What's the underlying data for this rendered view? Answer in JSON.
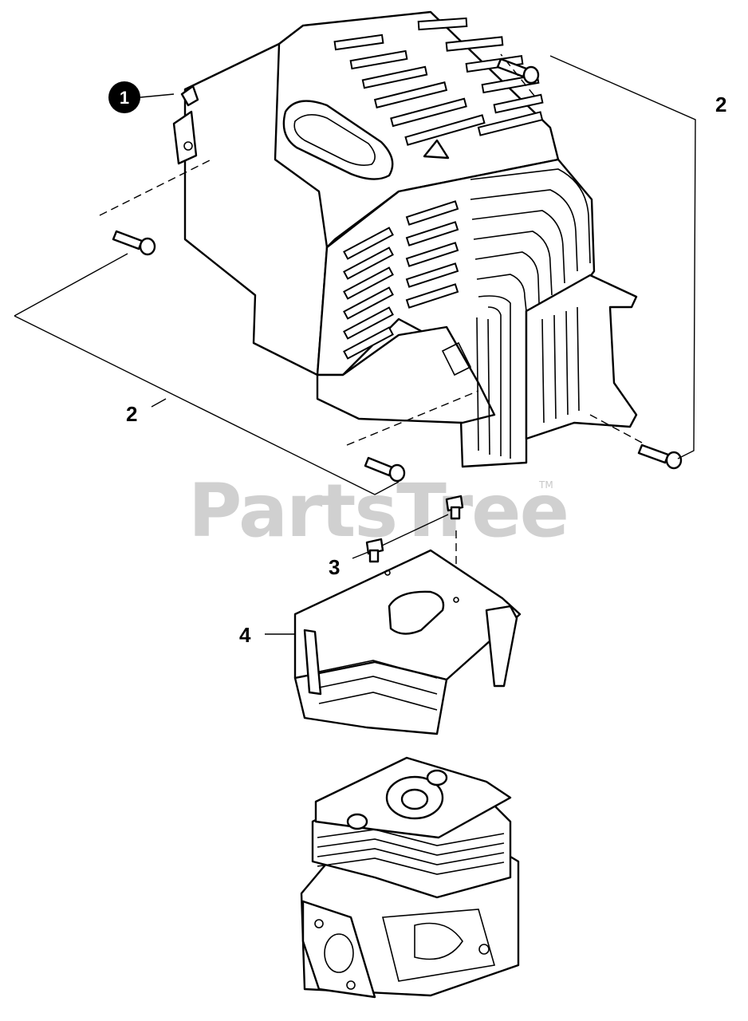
{
  "watermark": {
    "text": "PartsTree",
    "trademark": "TM"
  },
  "callouts": [
    {
      "id": "1",
      "label": "1",
      "style": "filled-circle"
    },
    {
      "id": "2a",
      "label": "2"
    },
    {
      "id": "2b",
      "label": "2"
    },
    {
      "id": "3",
      "label": "3"
    },
    {
      "id": "4",
      "label": "4"
    }
  ],
  "colors": {
    "line": "#000000",
    "background": "#ffffff",
    "watermark": "#d0d0d0"
  }
}
